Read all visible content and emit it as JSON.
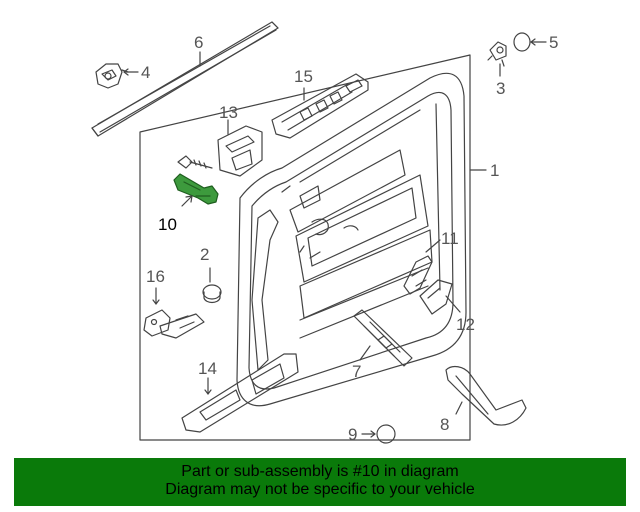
{
  "diagram": {
    "highlight_color": "#3d9a3d",
    "callouts": [
      {
        "id": "1",
        "label": "1"
      },
      {
        "id": "2",
        "label": "2"
      },
      {
        "id": "3",
        "label": "3"
      },
      {
        "id": "4",
        "label": "4"
      },
      {
        "id": "5",
        "label": "5"
      },
      {
        "id": "6",
        "label": "6"
      },
      {
        "id": "7",
        "label": "7"
      },
      {
        "id": "8",
        "label": "8"
      },
      {
        "id": "9",
        "label": "9"
      },
      {
        "id": "10",
        "label": "10",
        "highlighted": true
      },
      {
        "id": "11",
        "label": "11"
      },
      {
        "id": "12",
        "label": "12"
      },
      {
        "id": "13",
        "label": "13"
      },
      {
        "id": "14",
        "label": "14"
      },
      {
        "id": "15",
        "label": "15"
      },
      {
        "id": "16",
        "label": "16"
      }
    ]
  },
  "banner": {
    "line1": "Part or sub-assembly is #10 in diagram",
    "line2": "Diagram may not be specific to your vehicle",
    "background": "#0a7a0a"
  }
}
